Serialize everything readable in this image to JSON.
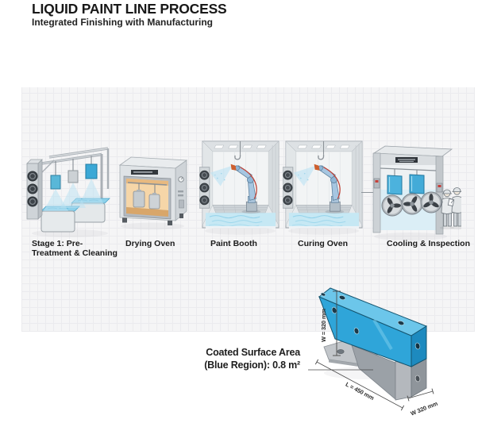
{
  "header": {
    "title": "LIQUID PAINT LINE PROCESS",
    "subtitle": "Integrated Finishing with Manufacturing"
  },
  "stages": [
    {
      "label": "Stage 1: Pre-Treatment & Cleaning"
    },
    {
      "label": "Drying Oven"
    },
    {
      "label": "Paint Booth"
    },
    {
      "label": "Curing Oven"
    },
    {
      "label": "Cooling & Inspection"
    }
  ],
  "part_callout": {
    "line1": "Coated Surface Area",
    "line2": "(Blue Region): 0.8 m²"
  },
  "dimensions": {
    "height": "W = 320 mm",
    "length": "L = 450 mm",
    "depth": "W 320 mm"
  },
  "colors": {
    "coated_blue": "#2fa5d9",
    "coated_blue_light": "#6cc6ea",
    "coated_blue_dark": "#1d8abf",
    "uncoated_gray": "#b4b8bd",
    "water_blue": "#c6e8f4",
    "oven_interior_orange": "#f4cf9c"
  }
}
